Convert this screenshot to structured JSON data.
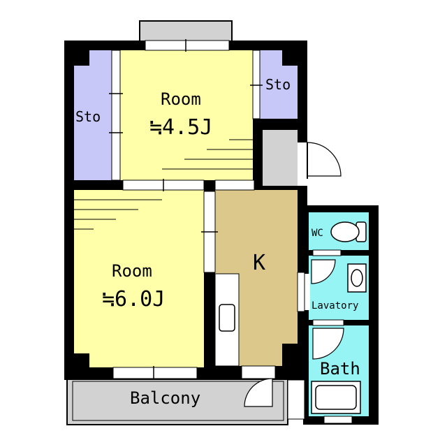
{
  "colors": {
    "room": "#ffffaa",
    "storage": "#c8c8f8",
    "kitchen": "#ddc88c",
    "wet": "#96f4f4",
    "balcony": "#d2d2d2",
    "wall": "#000000"
  },
  "labels": {
    "room1_name": "Room",
    "room1_size": "≒4.5J",
    "room2_name": "Room",
    "room2_size": "≒6.0J",
    "storage_left": "Sto",
    "storage_right": "Sto",
    "kitchen": "K",
    "wc": "WC",
    "lavatory": "Lavatory",
    "bath": "Bath",
    "balcony": "Balcony"
  }
}
